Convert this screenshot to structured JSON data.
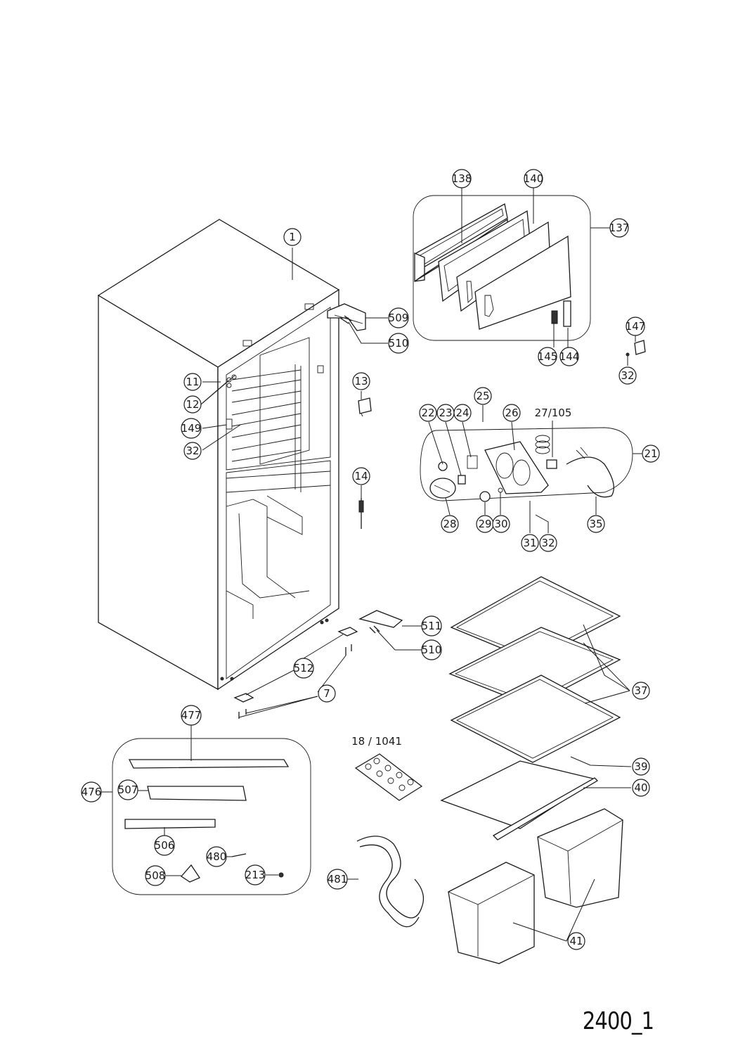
{
  "sheet_code": "2400_1",
  "callouts": {
    "c1": "1",
    "c138": "138",
    "c140": "140",
    "c137": "137",
    "c509": "509",
    "c510a": "510",
    "c145": "145",
    "c144": "144",
    "c147": "147",
    "c32a": "32",
    "c11": "11",
    "c12": "12",
    "c13": "13",
    "c149": "149",
    "c32b": "32",
    "c25": "25",
    "c22": "22",
    "c23": "23",
    "c24": "24",
    "c26": "26",
    "c27_105": "27/105",
    "c21": "21",
    "c14": "14",
    "c28": "28",
    "c29": "29",
    "c30": "30",
    "c35": "35",
    "c31": "31",
    "c32c": "32",
    "c511": "511",
    "c510b": "510",
    "c512": "512",
    "c37": "37",
    "c7": "7",
    "c477": "477",
    "c18_1041": "18 / 1041",
    "c39": "39",
    "c476": "476",
    "c507": "507",
    "c40": "40",
    "c506": "506",
    "c480": "480",
    "c508": "508",
    "c213": "213",
    "c481": "481",
    "c41": "41"
  }
}
